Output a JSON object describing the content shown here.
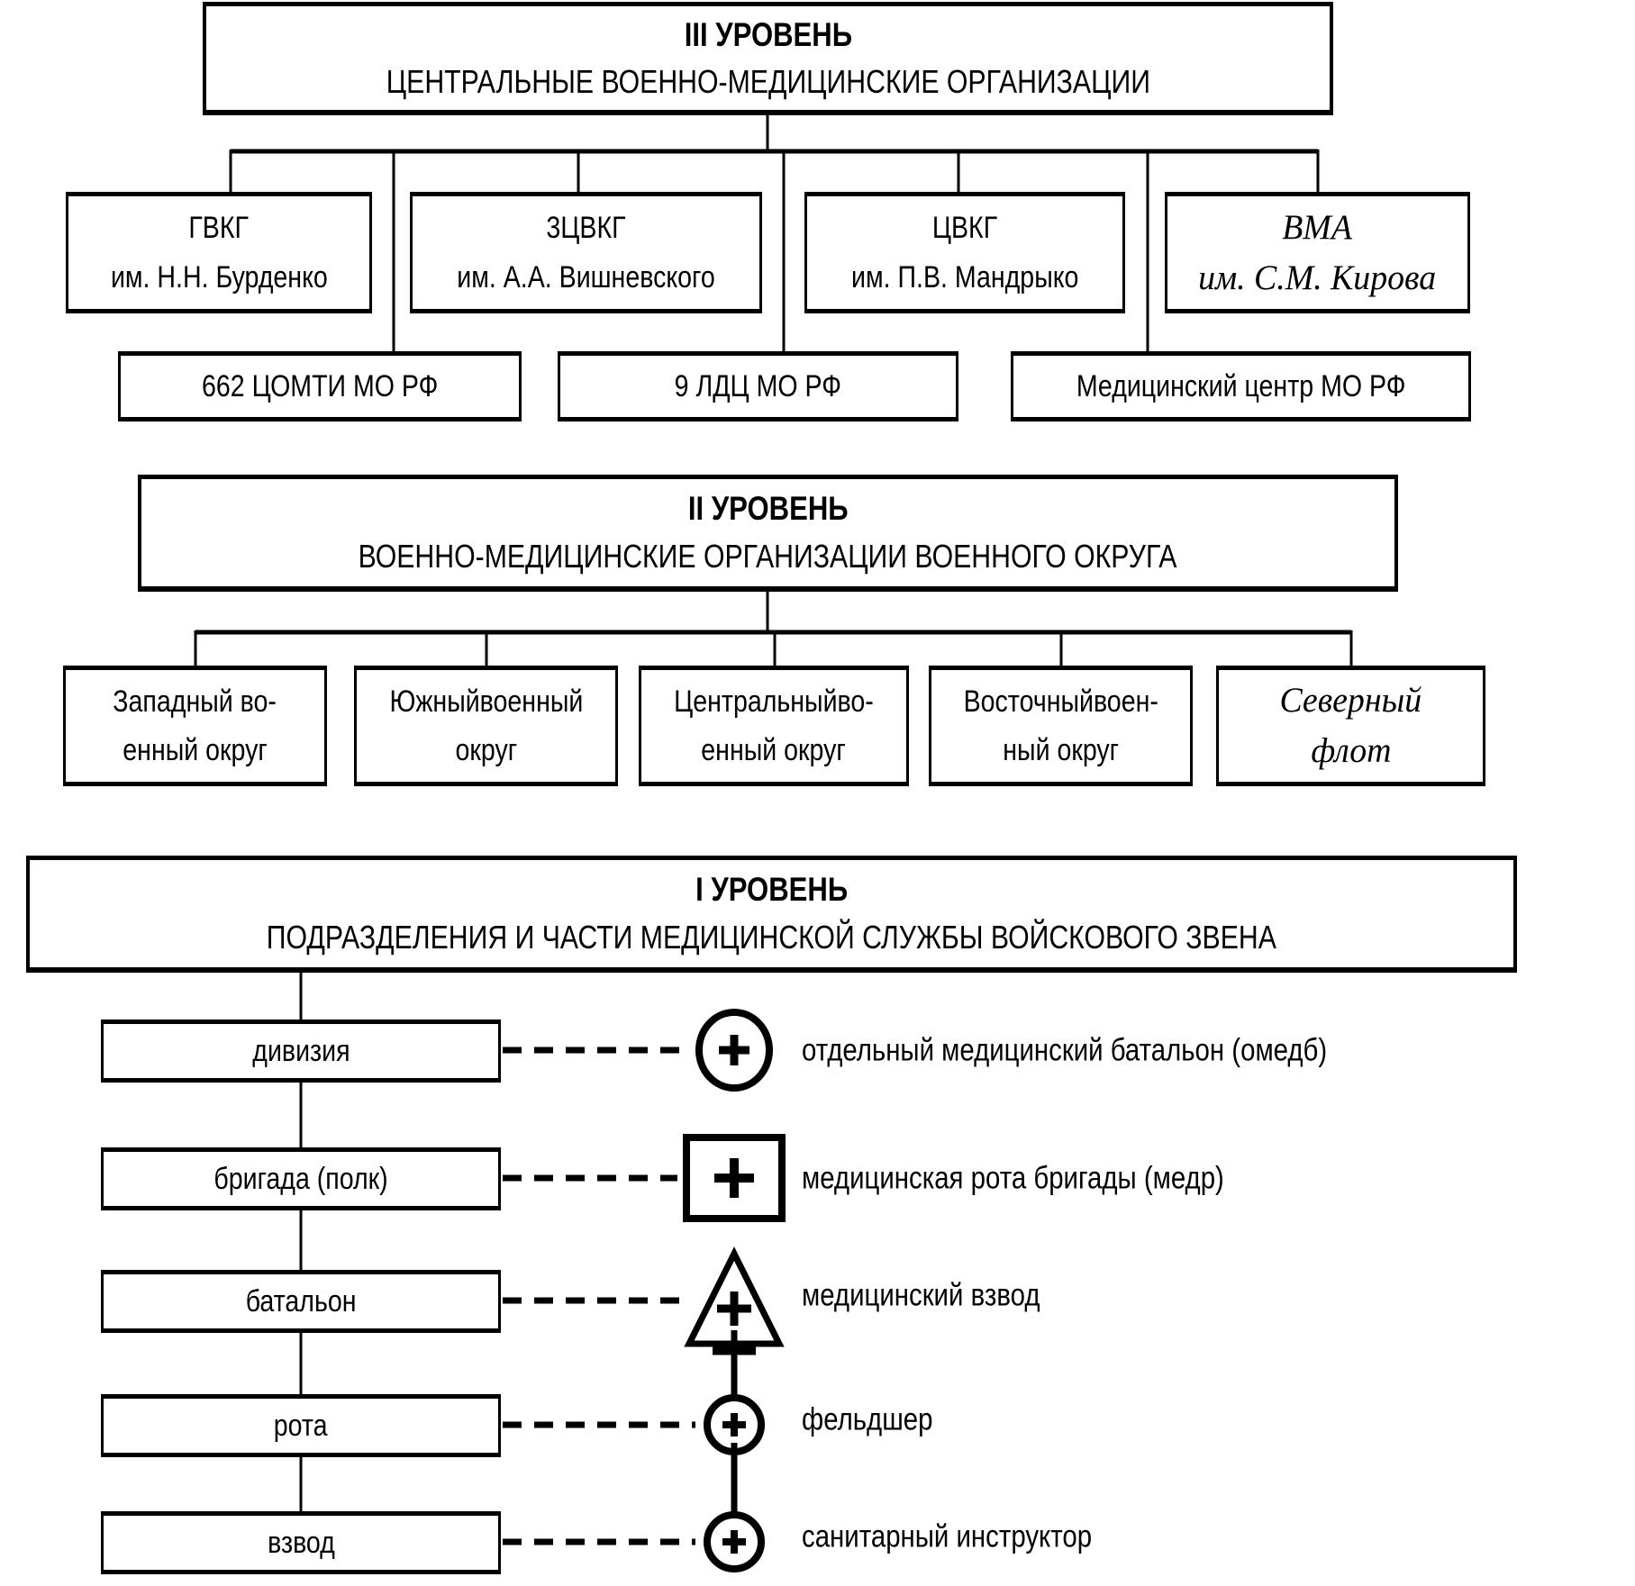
{
  "level3": {
    "title": "III УРОВЕНЬ",
    "subtitle": "ЦЕНТРАЛЬНЫЕ ВОЕННО-МЕДИЦИНСКИЕ ОРГАНИЗАЦИИ",
    "hospitals": [
      {
        "line1": "ГВКГ",
        "line2": "им. Н.Н. Бурденко"
      },
      {
        "line1": "3ЦВКГ",
        "line2": "им. А.А. Вишневского"
      },
      {
        "line1": "ЦВКГ",
        "line2": "им. П.В. Мандрыко"
      },
      {
        "line1": "ВМА",
        "line2": "им. С.М. Кирова"
      }
    ],
    "centers": [
      {
        "label": "662 ЦОМТИ МО РФ"
      },
      {
        "label": "9 ЛДЦ МО РФ"
      },
      {
        "label": "Медицинский центр МО РФ"
      }
    ]
  },
  "level2": {
    "title": "II УРОВЕНЬ",
    "subtitle": "ВОЕННО-МЕДИЦИНСКИЕ ОРГАНИЗАЦИИ ВОЕННОГО ОКРУГА",
    "districts": [
      {
        "line1": "Западный во-",
        "line2": "енный округ"
      },
      {
        "line1": "Южныйвоенный",
        "line2": "округ"
      },
      {
        "line1": "Центральныйво-",
        "line2": "енный округ"
      },
      {
        "line1": "Восточныйвоен-",
        "line2": "ный округ"
      },
      {
        "line1": "Северный",
        "line2": "флот"
      }
    ]
  },
  "level1": {
    "title": "I УРОВЕНЬ",
    "subtitle": "ПОДРАЗДЕЛЕНИЯ И ЧАСТИ МЕДИЦИНСКОЙ СЛУЖБЫ ВОЙСКОВОГО ЗВЕНА",
    "chain": [
      {
        "unit": "дивизия",
        "symbol": "circle-cross-icon",
        "legend": "отдельный медицинский батальон (омедб)"
      },
      {
        "unit": "бригада (полк)",
        "symbol": "square-cross-icon",
        "legend": "медицинская рота бригады (медр)"
      },
      {
        "unit": "батальон",
        "symbol": "triangle-cross-icon",
        "legend": "медицинский взвод"
      },
      {
        "unit": "рота",
        "symbol": "staff-cross-circle-icon",
        "legend": "фельдшер"
      },
      {
        "unit": "взвод",
        "symbol": "staff-circle-icon",
        "legend": "санитарный инструктор"
      }
    ]
  },
  "colors": {
    "line": "#000000",
    "background": "#ffffff"
  }
}
